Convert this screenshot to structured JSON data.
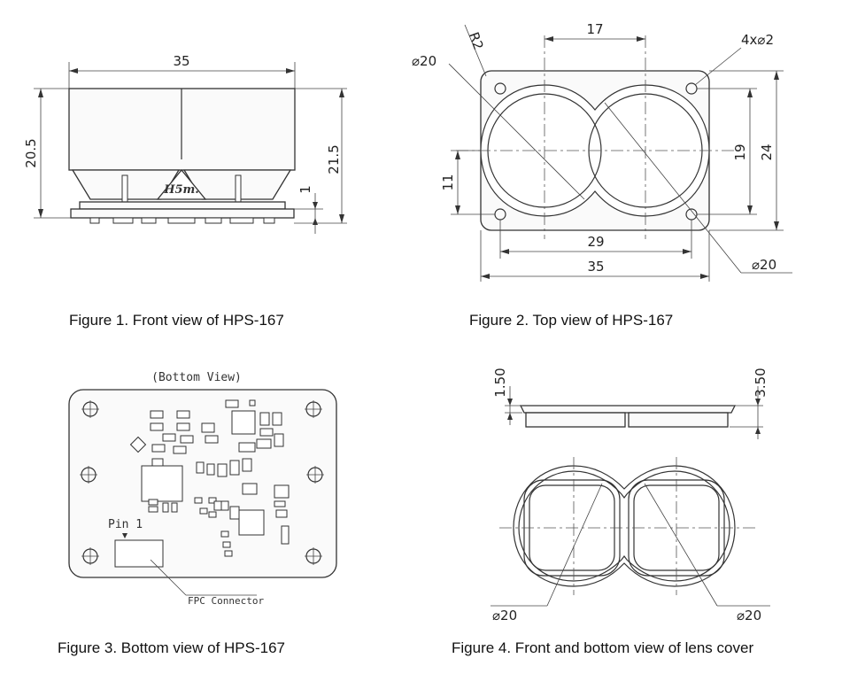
{
  "figures": [
    {
      "caption": "Figure 1. Front view of HPS-167",
      "dims": {
        "width": "35",
        "height_left": "20.5",
        "height_right": "21.5",
        "pcb": "1"
      },
      "logo_text": "H5m."
    },
    {
      "caption": "Figure 2. Top view of HPS-167",
      "dims": {
        "r": "R2",
        "d_top": "⌀20",
        "spacing": "17",
        "holes": "4x⌀2",
        "left": "11",
        "inner_h": "19",
        "outer_h": "24",
        "inner_w": "29",
        "outer_w": "35",
        "d_bottom": "⌀20"
      }
    },
    {
      "caption": "Figure 3. Bottom view of HPS-167",
      "title": "(Bottom View)",
      "pin": "Pin 1",
      "connector": "FPC Connector"
    },
    {
      "caption": "Figure 4. Front and bottom view of lens cover",
      "dims": {
        "left": "1.50",
        "right": "3.50",
        "d_left": "⌀20",
        "d_right": "⌀20"
      }
    }
  ]
}
